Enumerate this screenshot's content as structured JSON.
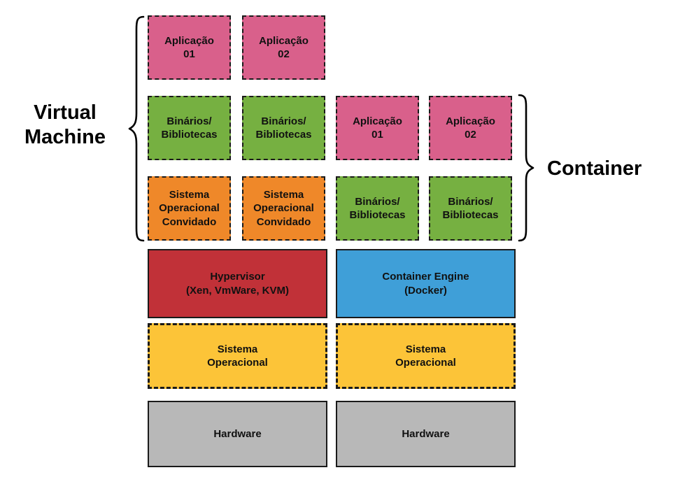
{
  "colors": {
    "pink": "#d9608b",
    "green": "#76b041",
    "orange": "#ef8829",
    "red": "#c13138",
    "blue": "#3f9fd8",
    "yellow": "#fcc438",
    "gray": "#b8b8b8",
    "border": "#1a1a1a"
  },
  "side_labels": {
    "virtual_machine": "Virtual\nMachine",
    "container": "Container"
  },
  "vm_stack": {
    "aplicacao_01": "Aplicação\n01",
    "aplicacao_02": "Aplicação\n02",
    "binarios_1": "Binários/\nBibliotecas",
    "binarios_2": "Binários/\nBibliotecas",
    "so_convidado_1": "Sistema\nOperacional\nConvidado",
    "so_convidado_2": "Sistema\nOperacional\nConvidado",
    "hypervisor": "Hypervisor\n(Xen, VmWare, KVM)",
    "sistema_operacional": "Sistema\nOperacional",
    "hardware": "Hardware"
  },
  "container_stack": {
    "aplicacao_01": "Aplicação\n01",
    "aplicacao_02": "Aplicação\n02",
    "binarios_1": "Binários/\nBibliotecas",
    "binarios_2": "Binários/\nBibliotecas",
    "container_engine": "Container Engine\n(Docker)",
    "sistema_operacional": "Sistema\nOperacional",
    "hardware": "Hardware"
  }
}
